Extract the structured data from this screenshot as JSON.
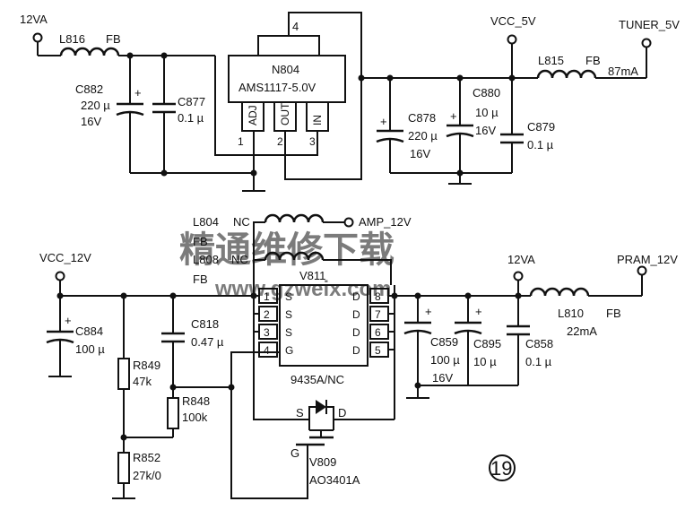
{
  "top": {
    "input_net": "12VA",
    "inductor_in": {
      "ref": "L816",
      "type": "FB"
    },
    "c882": {
      "ref": "C882",
      "value": "220 µ",
      "voltage": "16V"
    },
    "c877": {
      "ref": "C877",
      "value": "0.1 µ"
    },
    "regulator": {
      "ref": "N804",
      "part": "AMS1117-5.0V",
      "tab_pin": "4",
      "pins": [
        {
          "num": "1",
          "name": "ADJ"
        },
        {
          "num": "2",
          "name": "OUT"
        },
        {
          "num": "3",
          "name": "IN"
        }
      ]
    },
    "c878": {
      "ref": "C878",
      "value": "220 µ",
      "voltage": "16V"
    },
    "c880": {
      "ref": "C880",
      "value": "10 µ",
      "voltage": "16V"
    },
    "c879": {
      "ref": "C879",
      "value": "0.1 µ"
    },
    "vcc5_net": "VCC_5V",
    "inductor_out": {
      "ref": "L815",
      "type": "FB",
      "current": "87mA"
    },
    "tuner_net": "TUNER_5V"
  },
  "bottom": {
    "vcc12_net": "VCC_12V",
    "l804": {
      "ref": "L804",
      "type": "NC"
    },
    "l804_fb": "FB",
    "amp_net": "AMP_12V",
    "l808": {
      "ref": "L808",
      "type": "NC"
    },
    "l808_fb": "FB",
    "mosfet": {
      "ref": "V811",
      "part": "9435A/NC",
      "left_pins": [
        {
          "num": "1",
          "name": "S"
        },
        {
          "num": "2",
          "name": "S"
        },
        {
          "num": "3",
          "name": "S"
        },
        {
          "num": "4",
          "name": "G"
        }
      ],
      "right_pins": [
        {
          "num": "8",
          "name": "D"
        },
        {
          "num": "7",
          "name": "D"
        },
        {
          "num": "6",
          "name": "D"
        },
        {
          "num": "5",
          "name": "D"
        }
      ]
    },
    "c884": {
      "ref": "C884",
      "value": "100 µ"
    },
    "c818": {
      "ref": "C818",
      "value": "0.47 µ"
    },
    "r849": {
      "ref": "R849",
      "value": "47k"
    },
    "r848": {
      "ref": "R848",
      "value": "100k"
    },
    "r852": {
      "ref": "R852",
      "value": "27k/0"
    },
    "c859": {
      "ref": "C859",
      "value": "100 µ",
      "voltage": "16V"
    },
    "c895": {
      "ref": "C895",
      "value": "10 µ"
    },
    "c858": {
      "ref": "C858",
      "value": "0.1 µ"
    },
    "vcc12a_net": "12VA",
    "l810": {
      "ref": "L810",
      "type": "FB",
      "current": "22mA"
    },
    "pram_net": "PRAM_12V",
    "v809": {
      "ref": "V809",
      "part": "AO3401A",
      "s": "S",
      "d": "D",
      "g": "G"
    }
  },
  "watermark": {
    "cn": "精通维修下载",
    "url": "www.gzweix.com"
  },
  "figure_number": "19"
}
